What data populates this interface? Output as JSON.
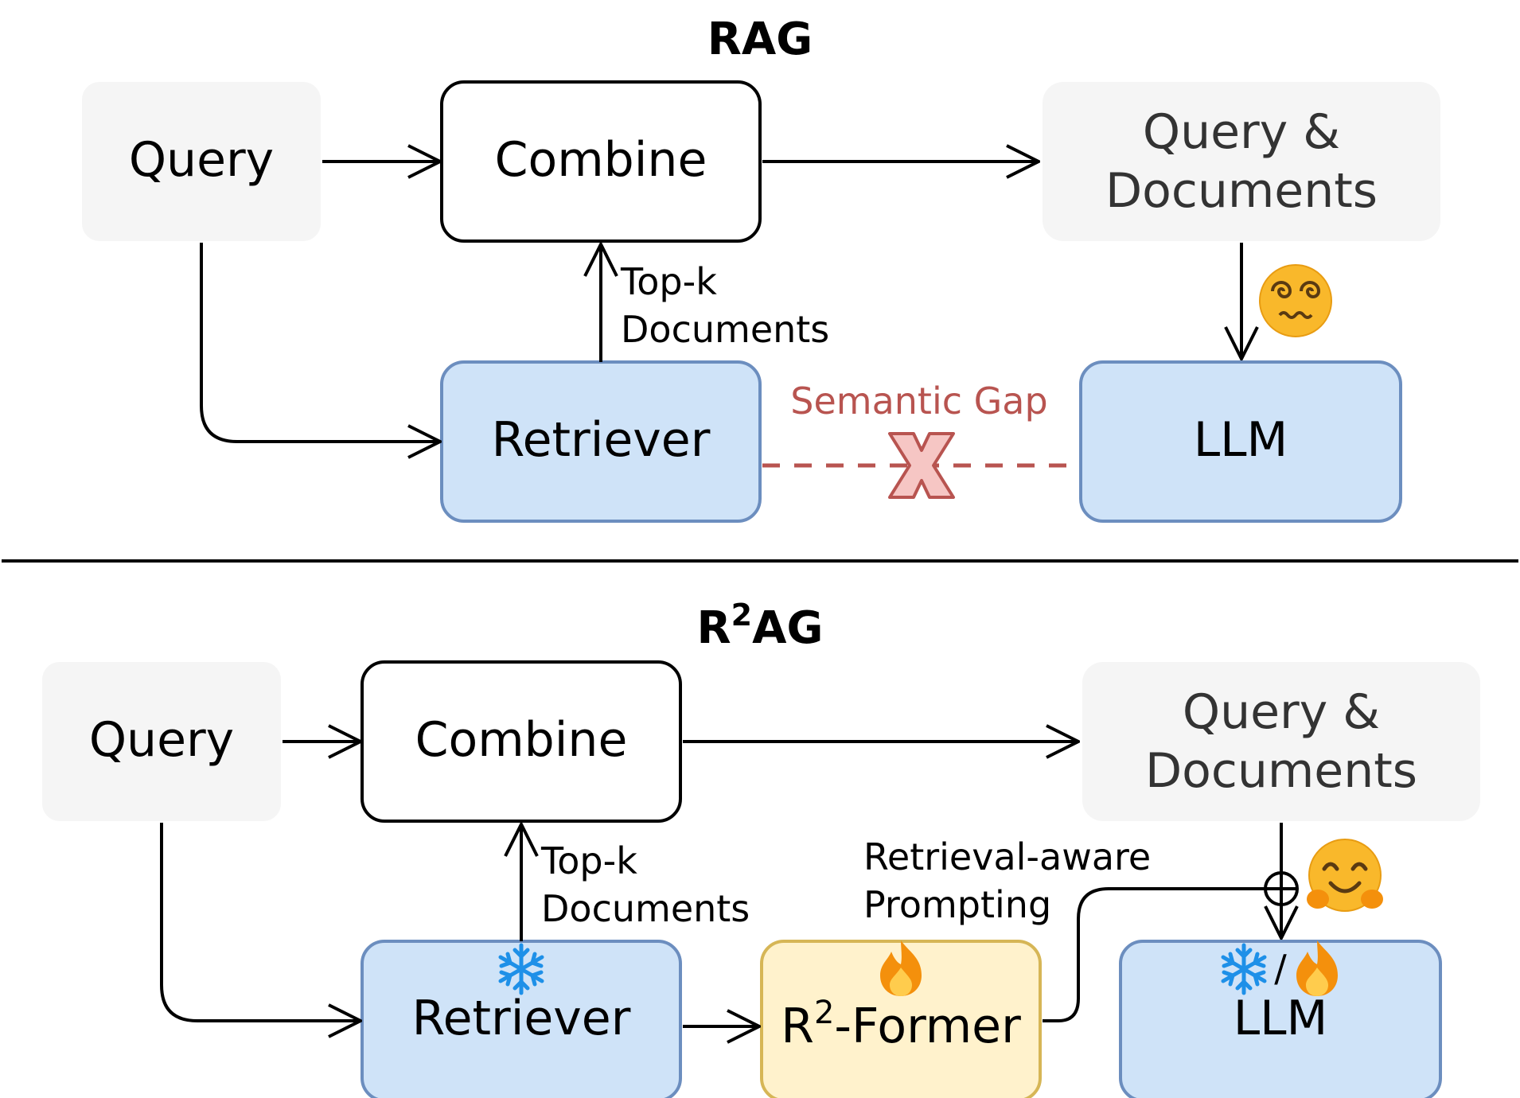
{
  "rag": {
    "title": "RAG",
    "query": "Query",
    "combine": "Combine",
    "query_docs": [
      "Query &",
      "Documents"
    ],
    "topk": [
      "Top-k",
      "Documents"
    ],
    "retriever": "Retriever",
    "semantic_gap": "Semantic Gap",
    "llm": "LLM"
  },
  "r2ag": {
    "title_main": "R",
    "title_sup": "2",
    "title_rest": "AG",
    "query": "Query",
    "combine": "Combine",
    "query_docs": [
      "Query &",
      "Documents"
    ],
    "topk": [
      "Top-k",
      "Documents"
    ],
    "retriever": "Retriever",
    "former_r": "R",
    "former_sup": "2",
    "former_rest": "-Former",
    "prompting": [
      "Retrieval-aware",
      "Prompting"
    ],
    "llm": "LLM",
    "llm_mode_sep": "/"
  },
  "colors": {
    "gray_box": "#f5f5f5",
    "blue_fill": "#cfe3f8",
    "blue_stroke": "#6c8ebf",
    "yellow_fill": "#fff2cc",
    "yellow_stroke": "#d6b656",
    "gap_red": "#b85450"
  },
  "icons": {
    "confused": "dizzy-face-emoji-icon",
    "happy": "hugging-face-emoji-icon",
    "frozen": "snowflake-icon",
    "trainable": "fire-icon",
    "gap": "x-mark-icon",
    "concat": "circle-plus-icon"
  }
}
